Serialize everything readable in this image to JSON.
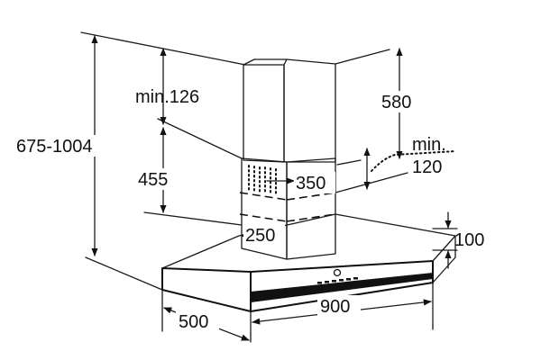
{
  "dimensions": {
    "overall_height": "675-1004",
    "chimney_gap": "min.126",
    "chimney_lower": "455",
    "chimney_upper": "580",
    "duct_offset_min": "min.",
    "duct_offset_value": "120",
    "chimney_width": "350",
    "chimney_depth": "250",
    "canopy_height": "100",
    "canopy_depth": "500",
    "canopy_width": "900"
  },
  "colors": {
    "line": "#1a1a1a",
    "panel": "#111111",
    "background": "#ffffff"
  }
}
